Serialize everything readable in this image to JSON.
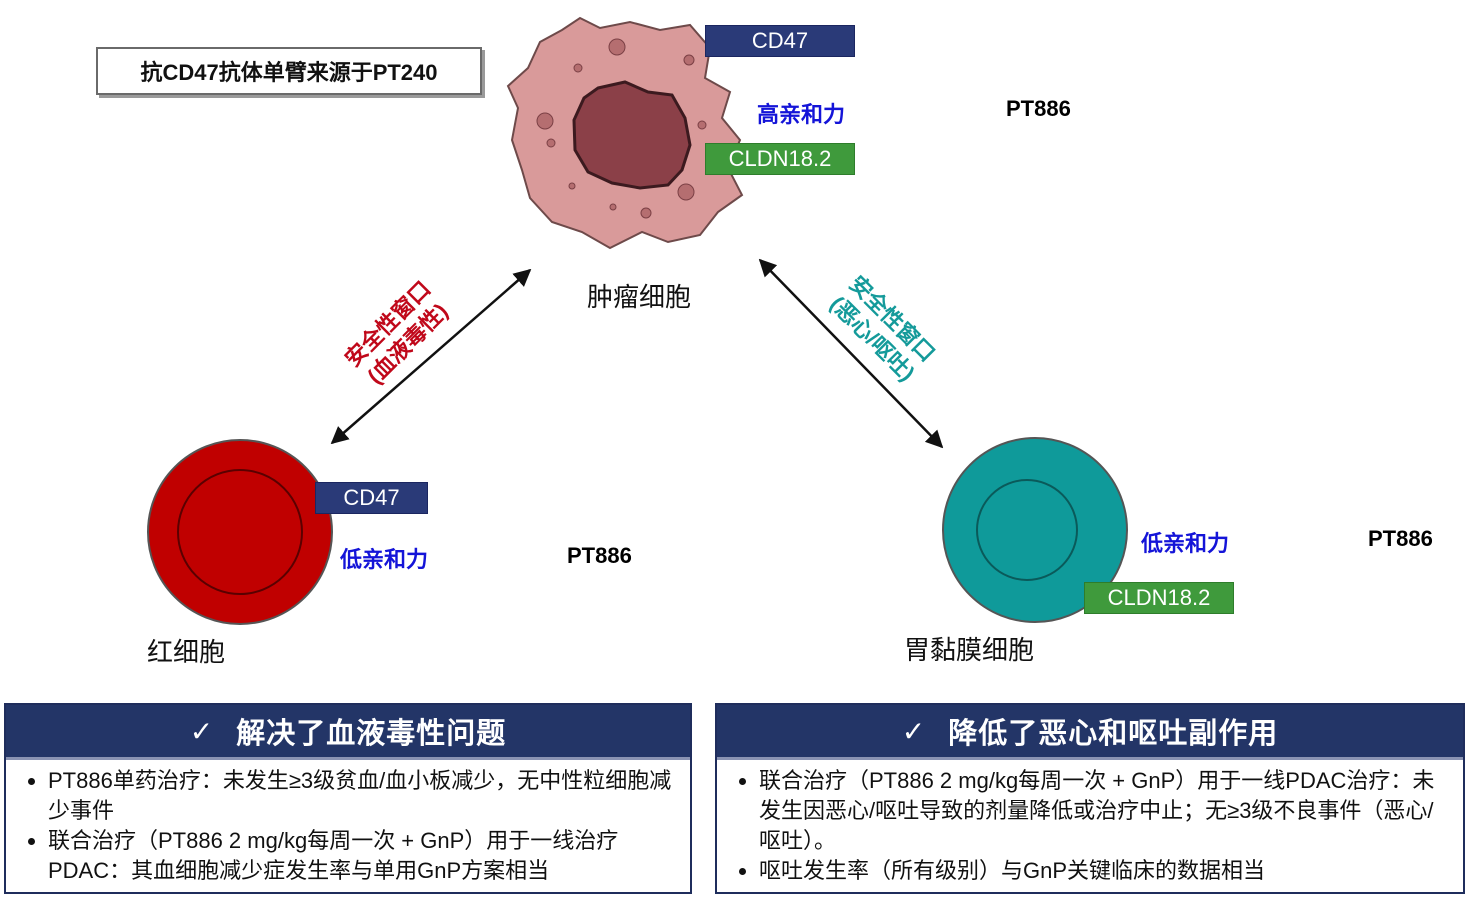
{
  "note": "抗CD47抗体单臂来源于PT240",
  "colors": {
    "tumor": "#d99a9a",
    "nucleus": "#8b4048",
    "rbc": "#c00000",
    "gastric": "#0f9a9a",
    "navy": "#233567",
    "cd47": "#2a3a78",
    "cldn": "#3f9a3c"
  },
  "tumor": {
    "label": "肿瘤细胞",
    "cd47_tag": "CD47",
    "cldn_tag": "CLDN18.2",
    "affinity": "高亲和力",
    "drug": "PT886"
  },
  "rbc": {
    "label": "红细胞",
    "cd47_tag": "CD47",
    "affinity": "低亲和力",
    "drug": "PT886"
  },
  "gastric": {
    "label": "胃黏膜细胞",
    "cldn_tag": "CLDN18.2",
    "affinity": "低亲和力",
    "drug": "PT886"
  },
  "window_left": {
    "line1": "安全性窗口",
    "line2": "(血液毒性)"
  },
  "window_right": {
    "line1": "安全性窗口",
    "line2": "(恶心/呕吐)"
  },
  "panel_left": {
    "check": "✓",
    "title": "解决了血液毒性问题",
    "bullets": [
      "PT886单药治疗：未发生≥3级贫血/血小板减少，无中性粒细胞减少事件",
      "联合治疗（PT886 2 mg/kg每周一次 + GnP）用于一线治疗PDAC：其血细胞减少症发生率与单用GnP方案相当"
    ]
  },
  "panel_right": {
    "check": "✓",
    "title": "降低了恶心和呕吐副作用",
    "bullets": [
      "联合治疗（PT886 2 mg/kg每周一次 + GnP）用于一线PDAC治疗：未发生因恶心/呕吐导致的剂量降低或治疗中止；无≥3级不良事件（恶心/呕吐）。",
      "呕吐发生率（所有级别）与GnP关键临床的数据相当"
    ]
  }
}
